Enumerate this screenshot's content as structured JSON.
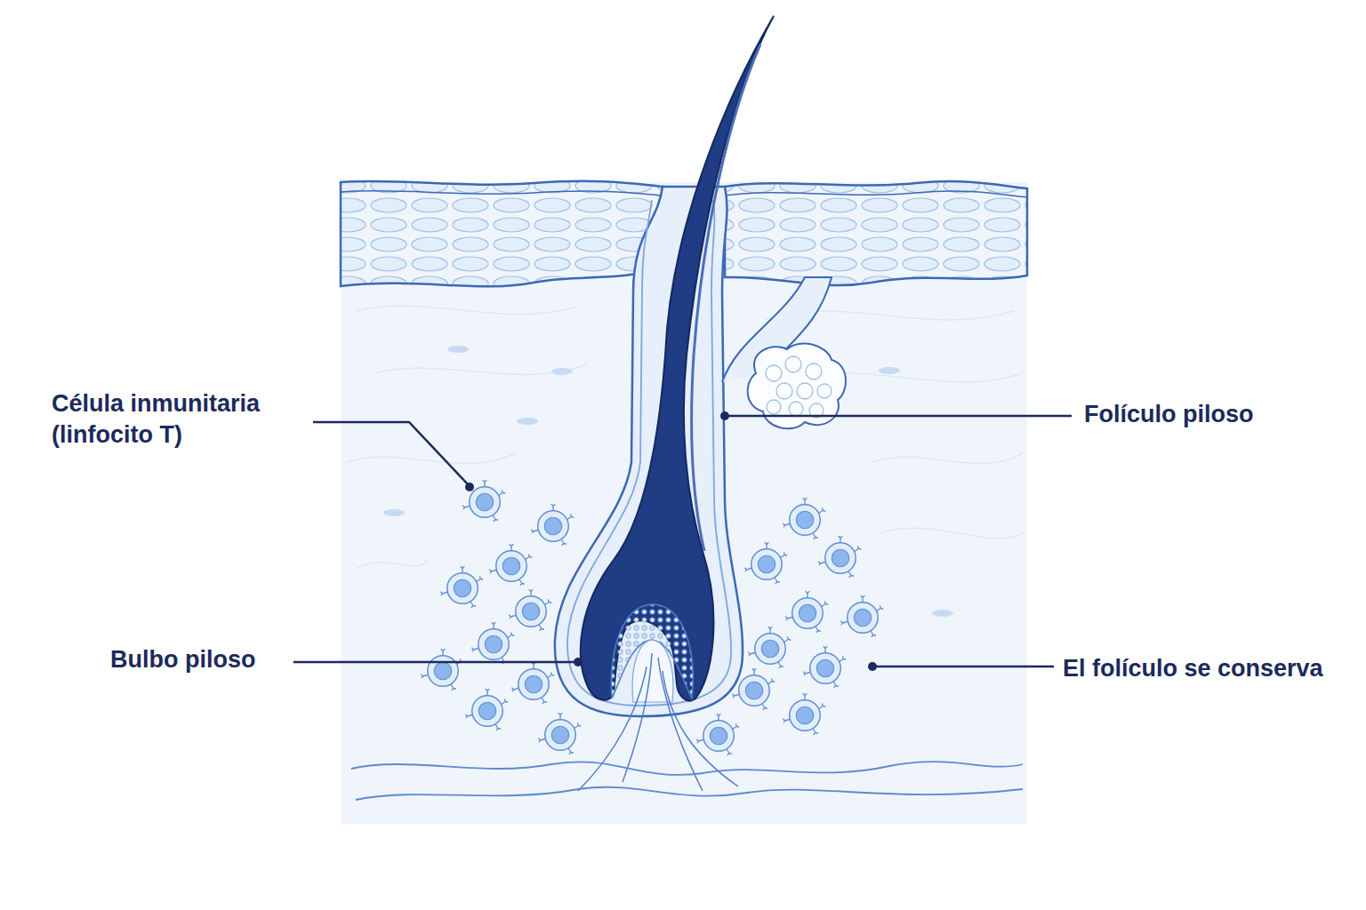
{
  "diagram": {
    "labels": [
      "Célula inmunitaria (linfocito T)",
      "Folículo piloso",
      "Bulbo piloso",
      "El folículo se conserva"
    ]
  }
}
